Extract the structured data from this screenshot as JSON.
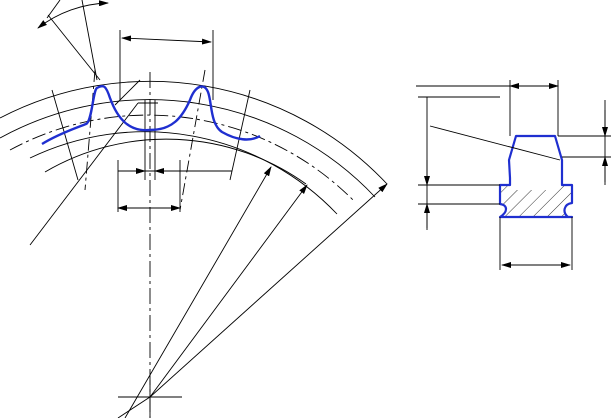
{
  "diagram": {
    "description_visible_text": "",
    "colors": {
      "line": "#000000",
      "profile": "#1f2fd0",
      "background": "#ffffff"
    },
    "views": [
      {
        "name": "gear-tooth-profile-view",
        "tooth_count_visible": 2
      },
      {
        "name": "gear-rim-section-view",
        "hatched": true
      }
    ]
  }
}
